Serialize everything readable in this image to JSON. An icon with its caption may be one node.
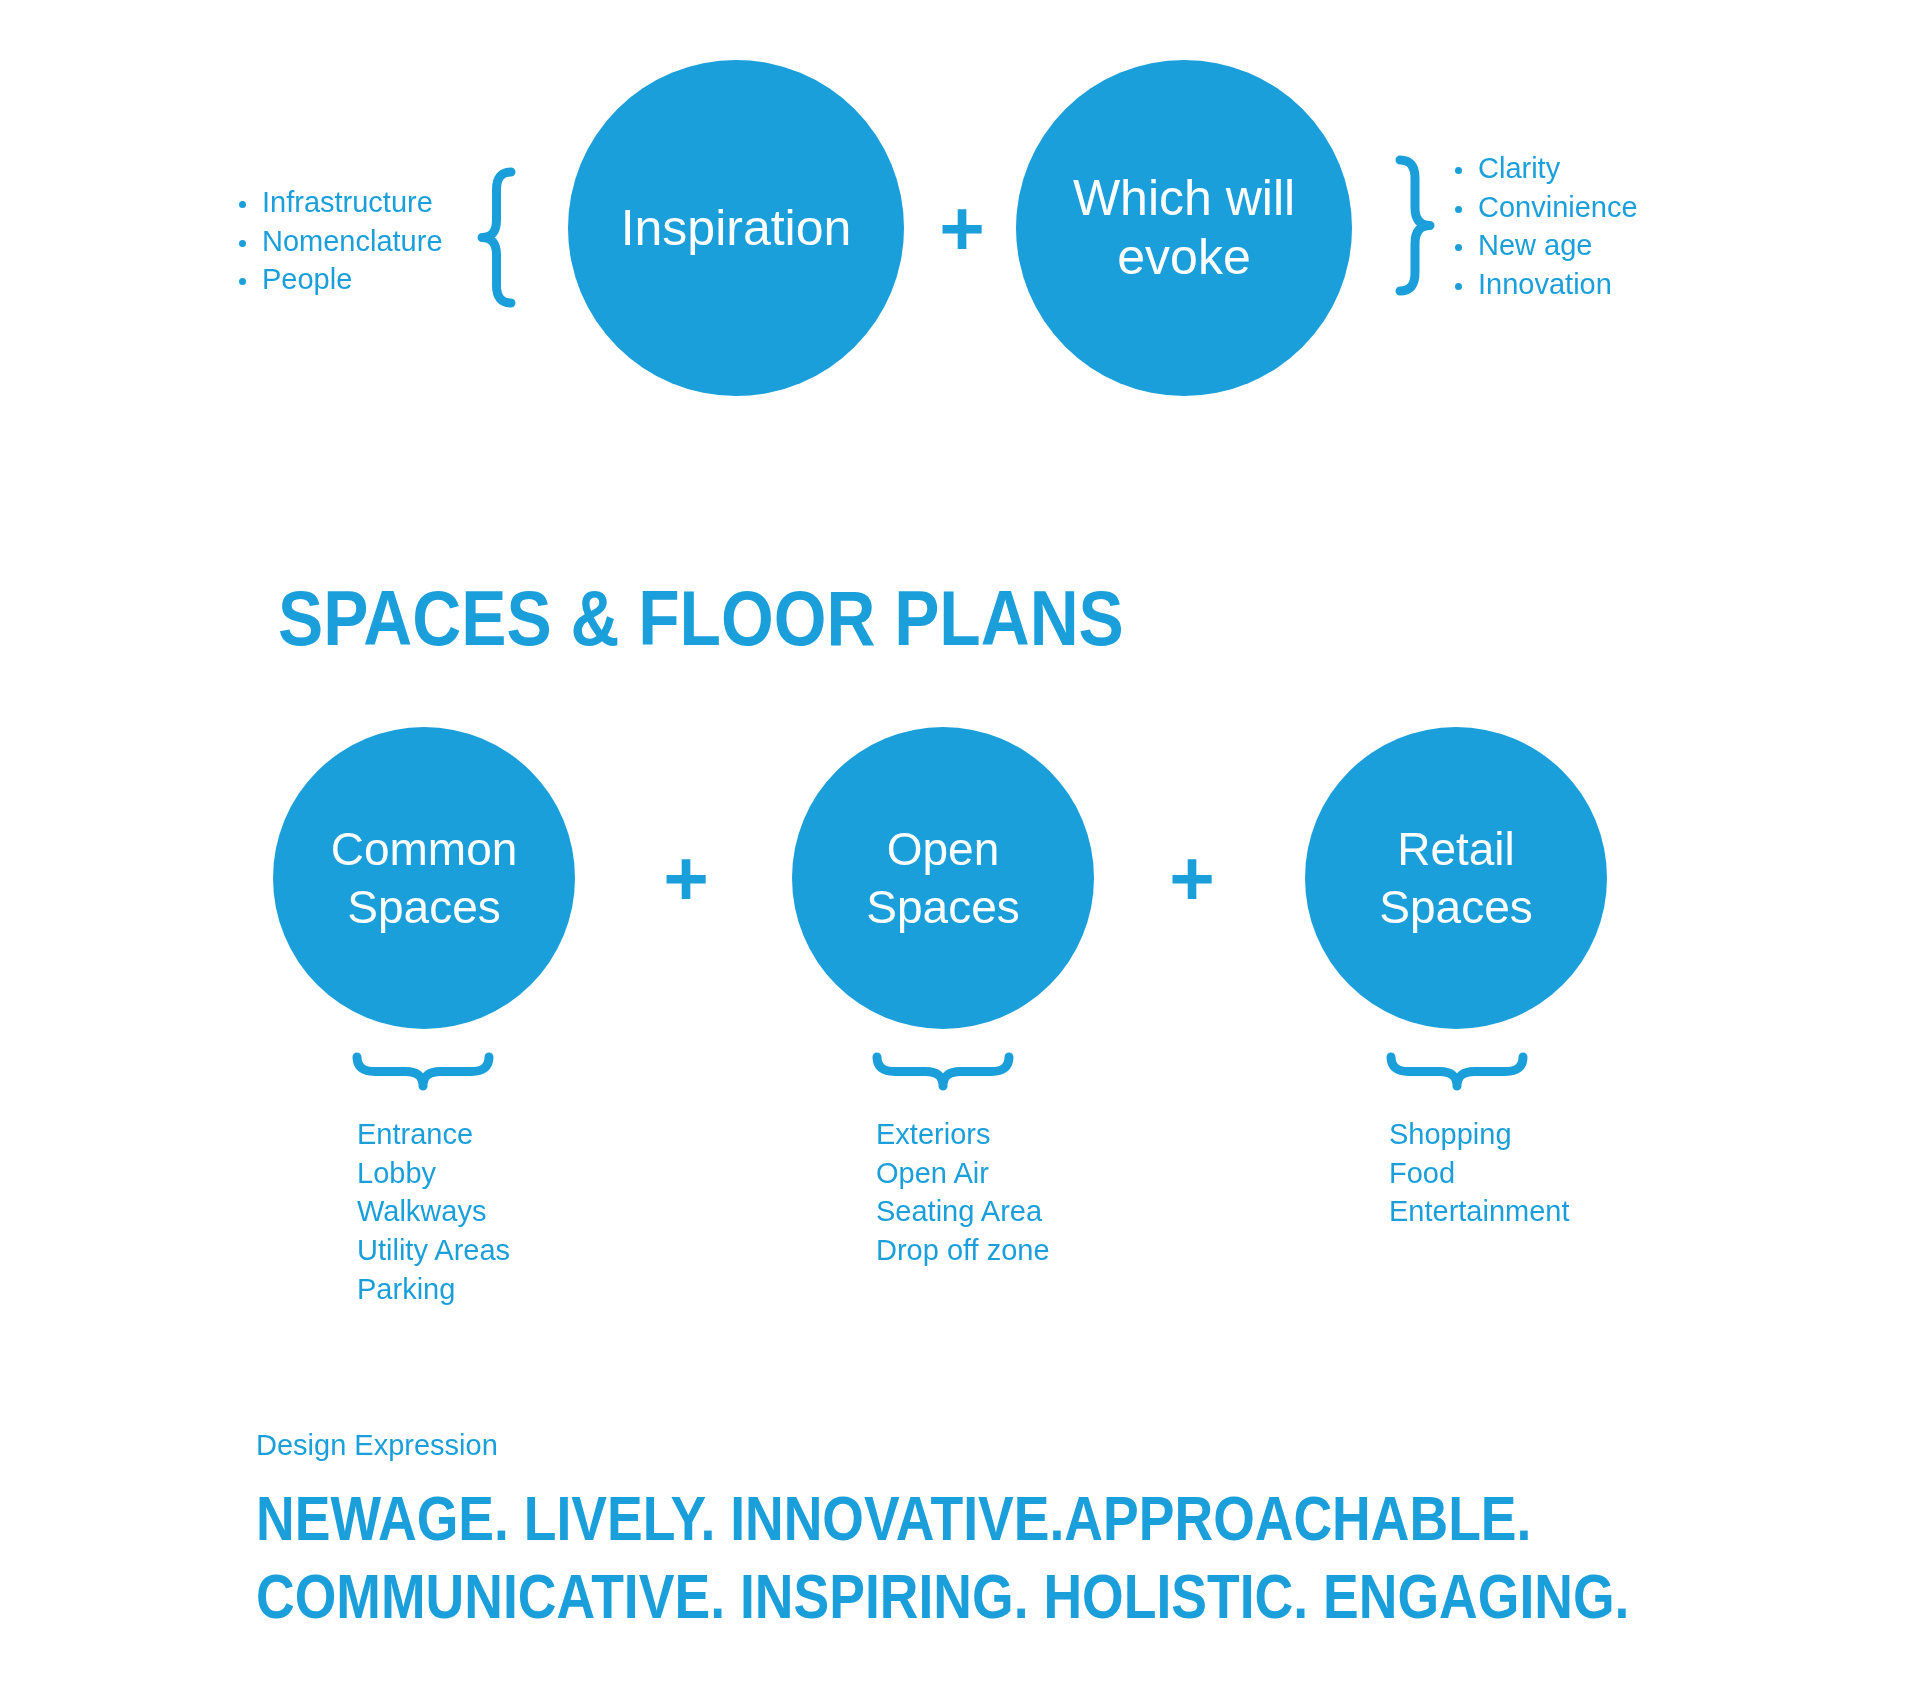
{
  "diagram": {
    "title": "SPACES & FLOOR PLANS",
    "nodes": [
      {
        "text": [
          "Inspiration"
        ],
        "beside": [
          "Infrastructure",
          "Nomenclature",
          "People"
        ]
      },
      {
        "text": [
          "Which will evoke"
        ],
        "beside": [
          "Clarity",
          "Convinience",
          "New age",
          "Innovation"
        ]
      },
      {
        "text": [
          "Common Spaces"
        ],
        "beside": [
          "Entrance",
          "Lobby",
          "Walkways",
          "Utility Areas",
          "Parking"
        ]
      },
      {
        "text": [
          "Open Spaces"
        ],
        "beside": [
          "Exteriors",
          "Open Air",
          "Seating Area",
          "Drop off zone"
        ]
      },
      {
        "text": [
          "Retail Spaces"
        ],
        "beside": [
          "Shopping",
          "Food",
          "Entertainment"
        ]
      }
    ],
    "labels": [
      "+",
      "+",
      "+",
      "Design Expression",
      "NEWAGE. LIVELY. INNOVATIVE.APPROACHABLE. COMMUNICATIVE. INSPIRING. HOLISTIC. ENGAGING."
    ]
  }
}
